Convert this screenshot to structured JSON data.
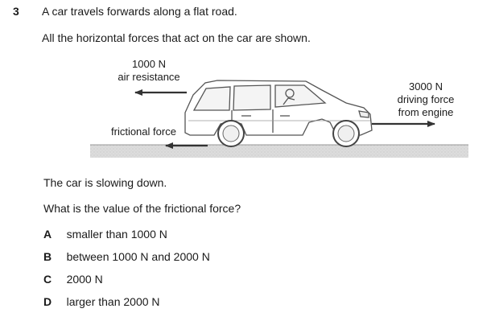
{
  "question": {
    "number": "3",
    "line1": "A car travels forwards along a flat road.",
    "line2": "All the horizontal forces that act on the car are shown."
  },
  "diagram": {
    "air_resistance_value": "1000 N",
    "air_resistance_label": "air resistance",
    "frictional_force_label": "frictional force",
    "driving_force_value": "3000 N",
    "driving_force_line1": "driving force",
    "driving_force_line2": "from engine"
  },
  "prompt": {
    "statement": "The car is slowing down.",
    "question": "What is the value of the frictional force?"
  },
  "options": [
    {
      "letter": "A",
      "text": "smaller than 1000 N"
    },
    {
      "letter": "B",
      "text": "between 1000 N and 2000 N"
    },
    {
      "letter": "C",
      "text": "2000 N"
    },
    {
      "letter": "D",
      "text": "larger than 2000 N"
    }
  ]
}
